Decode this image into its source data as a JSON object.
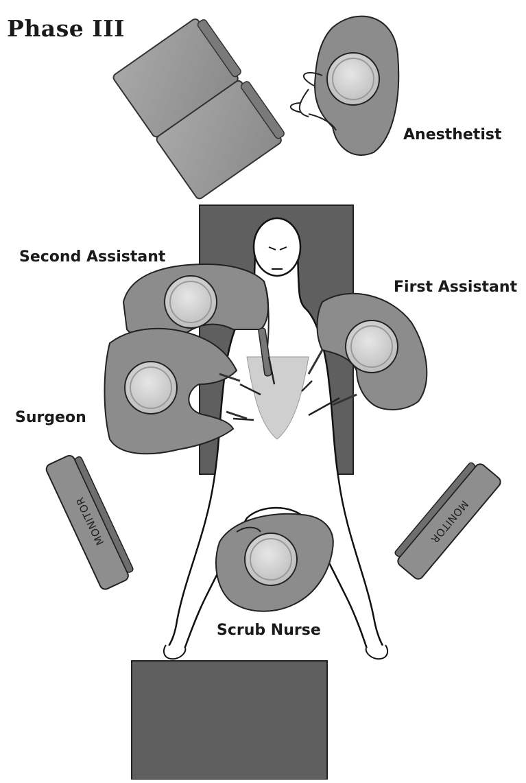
{
  "title": "Phase III",
  "roles": {
    "anesthetist": "Anesthetist",
    "second_assistant": "Second Assistant",
    "first_assistant": "First Assistant",
    "surgeon": "Surgeon",
    "scrub_nurse": "Scrub Nurse"
  },
  "monitors": {
    "left": "MONITOR",
    "right": "MONITOR"
  },
  "colors": {
    "person": "#8c8c8c",
    "table": "#5f5f5f",
    "head": "#d9d9d9",
    "outline": "#1a1a1a",
    "cabinet": "#9a9a9a"
  }
}
